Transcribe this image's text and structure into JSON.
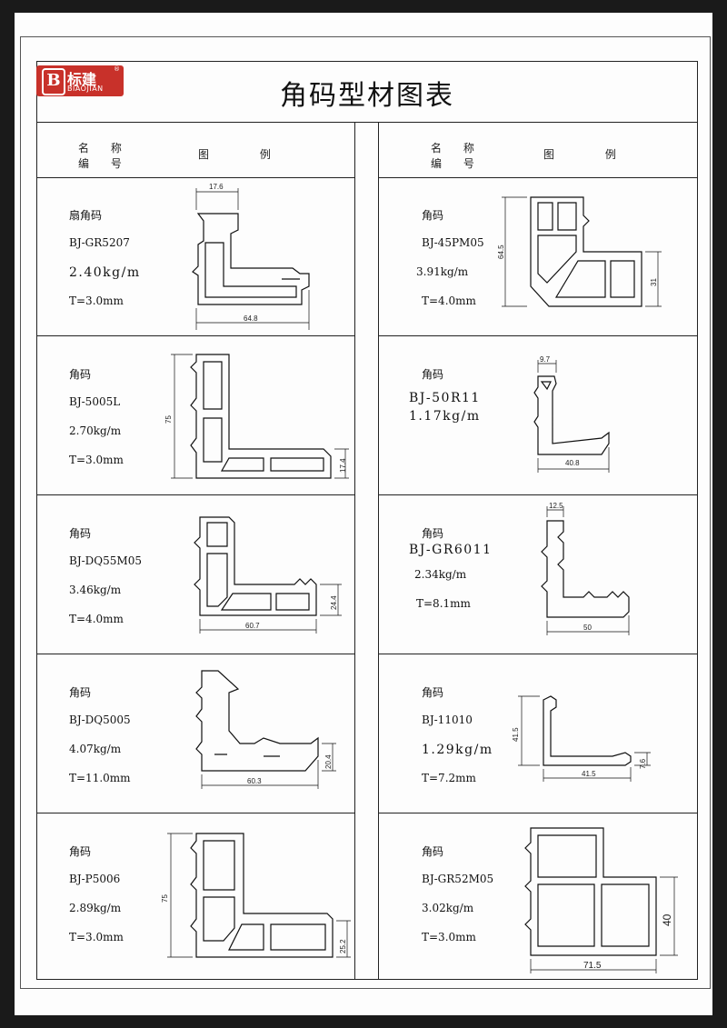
{
  "logo": {
    "mark": "B",
    "cn": "标建",
    "en": "BIAOJIAN",
    "reg": "®"
  },
  "title": "角码型材图表",
  "header": {
    "name_line1": "名 称",
    "name_line2": "编 号",
    "figure": "图 例"
  },
  "left": [
    {
      "name": "扇角码",
      "code": "BJ-GR5207",
      "weight": "2.40kg/m",
      "thickness": "T=3.0mm",
      "dims": [
        "17.6",
        "64.8"
      ]
    },
    {
      "name": "角码",
      "code": "BJ-5005L",
      "weight": "2.70kg/m",
      "thickness": "T=3.0mm",
      "dims": [
        "75",
        "17.4"
      ]
    },
    {
      "name": "角码",
      "code": "BJ-DQ55M05",
      "weight": "3.46kg/m",
      "thickness": "T=4.0mm",
      "dims": [
        "24.4",
        "60.7"
      ]
    },
    {
      "name": "角码",
      "code": "BJ-DQ5005",
      "weight": "4.07kg/m",
      "thickness": "T=11.0mm",
      "dims": [
        "20.4",
        "60.3"
      ]
    },
    {
      "name": "角码",
      "code": "BJ-P5006",
      "weight": "2.89kg/m",
      "thickness": "T=3.0mm",
      "dims": [
        "75",
        "25.2"
      ]
    }
  ],
  "right": [
    {
      "name": "角码",
      "code": "BJ-45PM05",
      "weight": "3.91kg/m",
      "thickness": "T=4.0mm",
      "dims": [
        "64.5",
        "31"
      ]
    },
    {
      "name": "角码",
      "code": "BJ-50R11",
      "weight": "1.17kg/m",
      "thickness": "",
      "dims": [
        "9.7",
        "40.8"
      ]
    },
    {
      "name": "角码",
      "code": "BJ-GR6011",
      "weight": "2.34kg/m",
      "thickness": "T=8.1mm",
      "dims": [
        "12.5",
        "50"
      ]
    },
    {
      "name": "角码",
      "code": "BJ-11010",
      "weight": "1.29kg/m",
      "thickness": "T=7.2mm",
      "dims": [
        "41.5",
        "7.6",
        "41.5"
      ]
    },
    {
      "name": "角码",
      "code": "BJ-GR52M05",
      "weight": "3.02kg/m",
      "thickness": "T=3.0mm",
      "dims": [
        "40",
        "71.5"
      ]
    }
  ]
}
